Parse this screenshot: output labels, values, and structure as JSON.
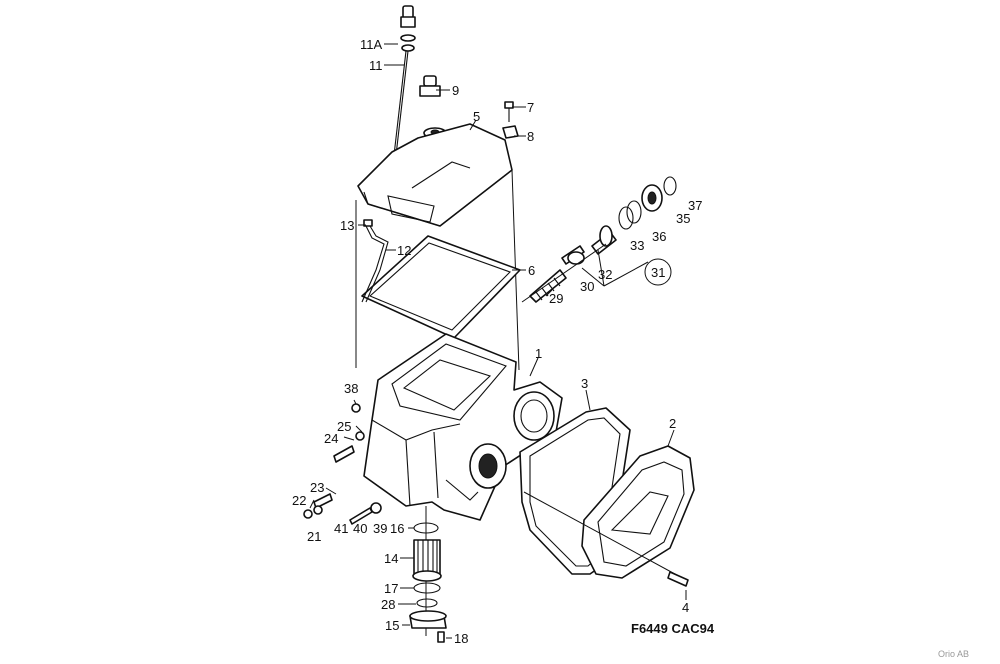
{
  "callouts": {
    "c1": "1",
    "c2": "2",
    "c3": "3",
    "c4": "4",
    "c5": "5",
    "c6": "6",
    "c7": "7",
    "c8": "8",
    "c9": "9",
    "c11": "11",
    "c11a": "11A",
    "c12": "12",
    "c13": "13",
    "c14": "14",
    "c15": "15",
    "c16": "16",
    "c17": "17",
    "c18": "18",
    "c21": "21",
    "c22": "22",
    "c23": "23",
    "c24": "24",
    "c25": "25",
    "c28": "28",
    "c29": "29",
    "c30": "30",
    "c31": "31",
    "c32": "32",
    "c33": "33",
    "c35": "35",
    "c36": "36",
    "c37": "37",
    "c38": "38",
    "c39": "39",
    "c40": "40",
    "c41": "41"
  },
  "figure_code": "F6449 CAC94",
  "credit": "Orio AB"
}
